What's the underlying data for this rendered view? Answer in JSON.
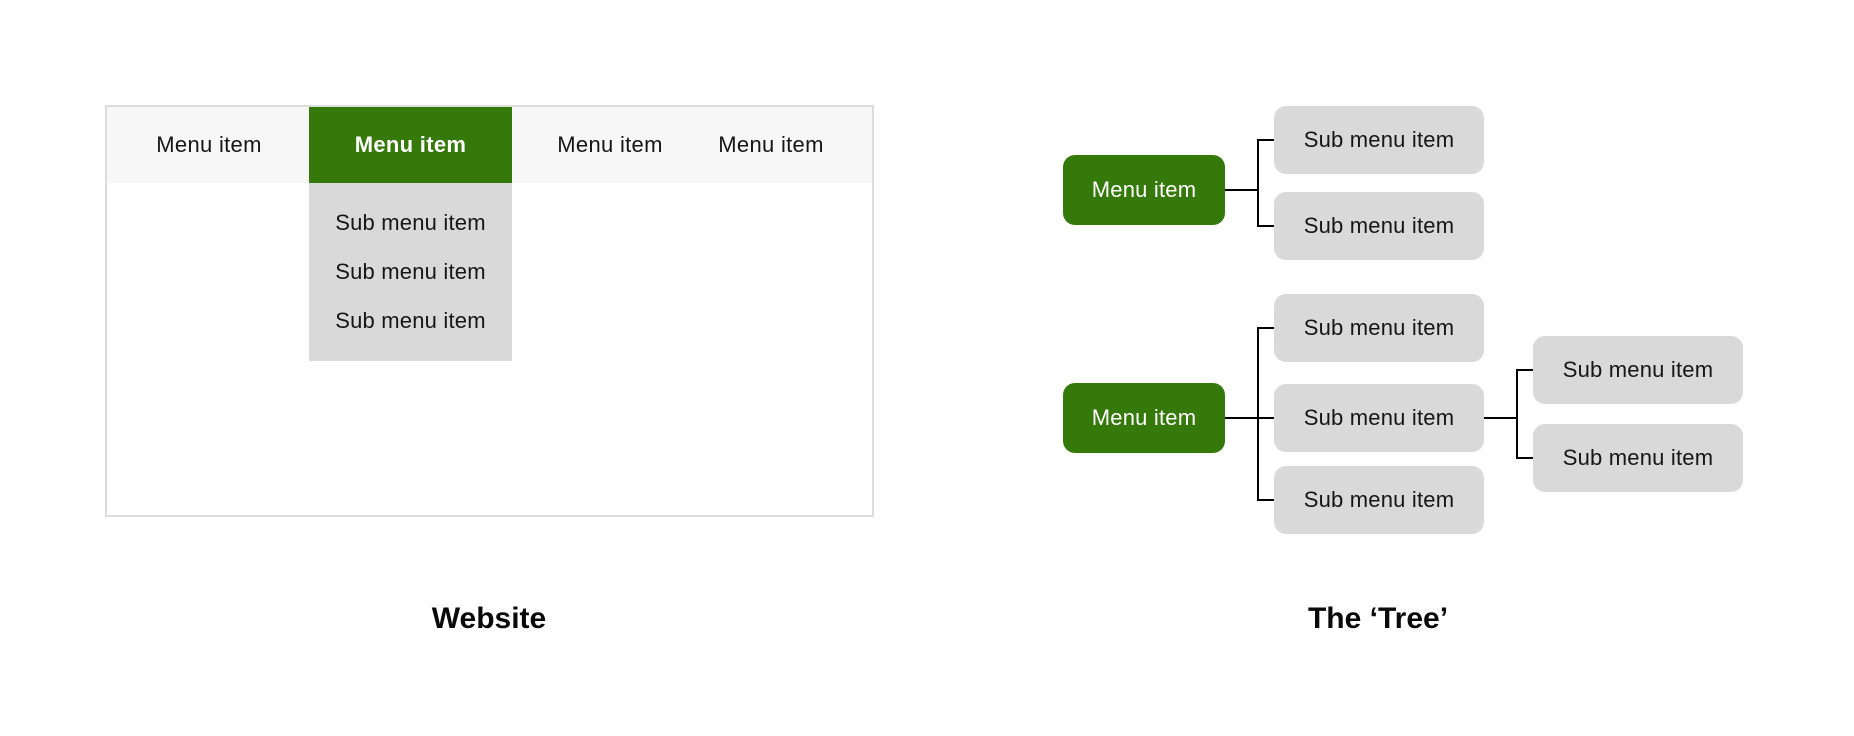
{
  "colors": {
    "green": "#35790B",
    "gray": "#D9D9D9",
    "navbar-bg": "#F7F7F7",
    "frame-border": "#DCDCDC",
    "line": "#000000",
    "text": "#161616",
    "text-on-green": "#FFFFFF"
  },
  "website": {
    "caption": "Website",
    "nav_items": [
      {
        "label": "Menu item"
      },
      {
        "label": "Menu item",
        "state": "active"
      },
      {
        "label": "Menu item"
      },
      {
        "label": "Menu item"
      }
    ],
    "dropdown_items": [
      {
        "label": "Sub menu item"
      },
      {
        "label": "Sub menu item"
      },
      {
        "label": "Sub menu item"
      }
    ]
  },
  "tree": {
    "caption": "The ‘Tree’",
    "clusters": [
      {
        "root": {
          "label": "Menu item"
        },
        "children": [
          {
            "label": "Sub menu item"
          },
          {
            "label": "Sub menu item"
          }
        ]
      },
      {
        "root": {
          "label": "Menu item"
        },
        "children": [
          {
            "label": "Sub menu item"
          },
          {
            "label": "Sub menu item",
            "children": [
              {
                "label": "Sub menu item"
              },
              {
                "label": "Sub menu item"
              }
            ]
          },
          {
            "label": "Sub menu item"
          }
        ]
      }
    ]
  }
}
